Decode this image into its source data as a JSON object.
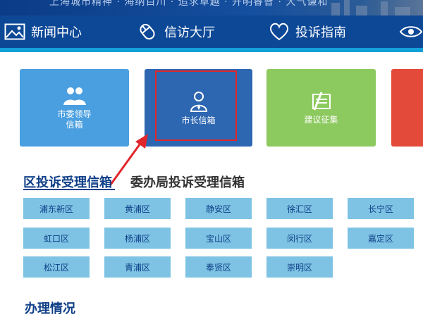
{
  "header": {
    "slogan": "上海城市精神 · 海纳百川 · 追求卓越 · 开明睿智 · 大气谦和"
  },
  "nav": {
    "items": [
      {
        "label": "新闻中心",
        "icon": "image-icon"
      },
      {
        "label": "信访大厅",
        "icon": "mouse-icon"
      },
      {
        "label": "投诉指南",
        "icon": "heart-icon"
      },
      {
        "label": "",
        "icon": "eye-icon"
      }
    ]
  },
  "tiles": [
    {
      "label": "市委领导\n信箱",
      "icon": "leaders-icon",
      "color": "#4a9fe0"
    },
    {
      "label": "市长信箱",
      "icon": "mayor-icon",
      "color": "#2e67b1"
    },
    {
      "label": "建议征集",
      "icon": "pen-paper-icon",
      "color": "#8cc95e"
    },
    {
      "label": "",
      "icon": "",
      "color": "#e44a3a"
    }
  ],
  "sections": {
    "district_title": "区投诉受理信箱",
    "bureau_title": "委办局投诉受理信箱",
    "status_title": "办理情况"
  },
  "districts": [
    "浦东新区",
    "黄浦区",
    "静安区",
    "徐汇区",
    "长宁区",
    "虹口区",
    "杨浦区",
    "宝山区",
    "闵行区",
    "嘉定区",
    "松江区",
    "青浦区",
    "奉贤区",
    "崇明区"
  ],
  "colors": {
    "nav_bg": "#0d4897",
    "accent_line": "#13a0d8",
    "district_bg": "#7ec3e4",
    "highlight": "#e0262b"
  }
}
